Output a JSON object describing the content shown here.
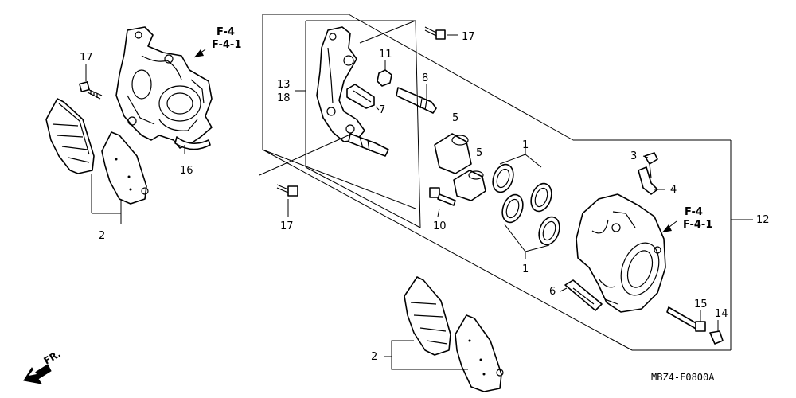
{
  "references": {
    "front_ref_top": [
      "F-4",
      "F-4-1"
    ],
    "front_ref_caliper": [
      "F-4",
      "F-4-1"
    ]
  },
  "callouts": {
    "c17_top_left": "17",
    "c16": "16",
    "c2_left": "2",
    "c13": "13",
    "c18": "18",
    "c17_top_right": "17",
    "c11": "11",
    "c8": "8",
    "c7": "7",
    "c5_upper": "5",
    "c5_lower": "5",
    "c1_upper": "1",
    "c1_lower": "1",
    "c3": "3",
    "c4": "4",
    "c12": "12",
    "c17_bottom": "17",
    "c10": "10",
    "c6": "6",
    "c15": "15",
    "c14": "14",
    "c2_bottom": "2"
  },
  "direction_marker": "FR.",
  "diagram_code": "MBZ4-F0800A",
  "icons": {
    "front_arrow": "front-direction-arrow-icon"
  }
}
